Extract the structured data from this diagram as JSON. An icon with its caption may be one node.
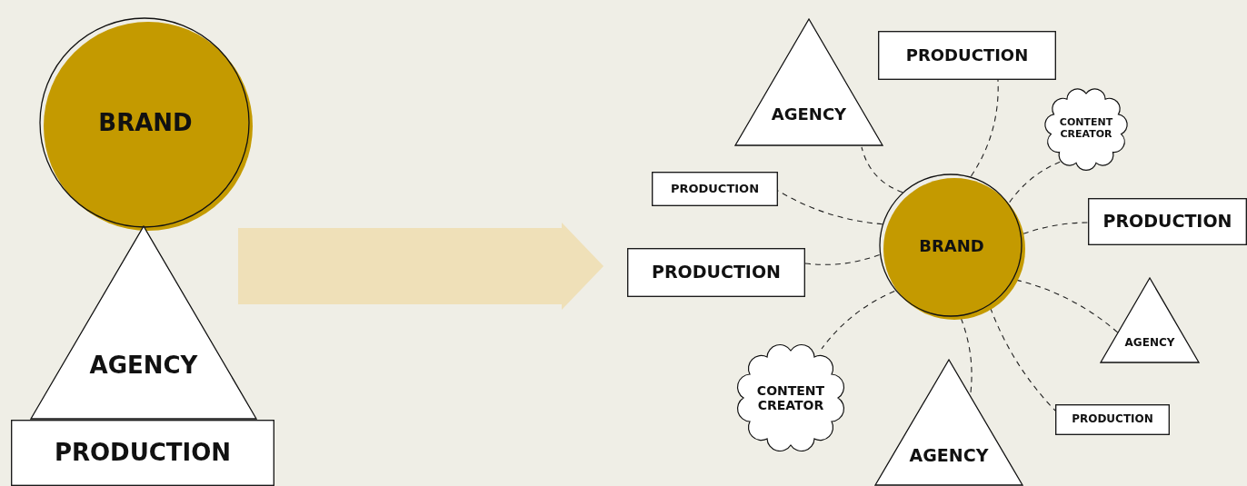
{
  "diagram": {
    "nodes": [
      {
        "text": [
          "BRAND"
        ]
      },
      {
        "text": [
          "AGENCY"
        ]
      },
      {
        "text": [
          "PRODUCTION"
        ]
      },
      {
        "text": [
          "AGENCY"
        ]
      },
      {
        "text": [
          "PRODUCTION"
        ]
      },
      {
        "text": [
          "CONTENT CREATOR"
        ]
      },
      {
        "text": [
          "PRODUCTION"
        ]
      },
      {
        "text": [
          "BRAND"
        ]
      },
      {
        "text": [
          "PRODUCTION"
        ]
      },
      {
        "text": [
          "PRODUCTION"
        ]
      },
      {
        "text": [
          "AGENCY"
        ]
      },
      {
        "text": [
          "CONTENT CREATOR"
        ]
      },
      {
        "text": [
          "AGENCY"
        ]
      },
      {
        "text": [
          "PRODUCTION"
        ]
      }
    ],
    "edges": [
      {
        "from": 1,
        "to": 9,
        "arrow": "to",
        "style": "thick",
        "color": "#efe0b8"
      },
      {
        "from": 7,
        "to": 3,
        "arrow": "none",
        "style": "dashed"
      },
      {
        "from": 7,
        "to": 4,
        "arrow": "none",
        "style": "dashed"
      },
      {
        "from": 7,
        "to": 5,
        "arrow": "none",
        "style": "dashed"
      },
      {
        "from": 7,
        "to": 6,
        "arrow": "none",
        "style": "dashed"
      },
      {
        "from": 7,
        "to": 8,
        "arrow": "none",
        "style": "dashed"
      },
      {
        "from": 7,
        "to": 9,
        "arrow": "none",
        "style": "dashed"
      },
      {
        "from": 7,
        "to": 10,
        "arrow": "none",
        "style": "dashed"
      },
      {
        "from": 7,
        "to": 11,
        "arrow": "none",
        "style": "dashed"
      },
      {
        "from": 7,
        "to": 12,
        "arrow": "none",
        "style": "dashed"
      },
      {
        "from": 7,
        "to": 13,
        "arrow": "none",
        "style": "dashed"
      }
    ]
  }
}
